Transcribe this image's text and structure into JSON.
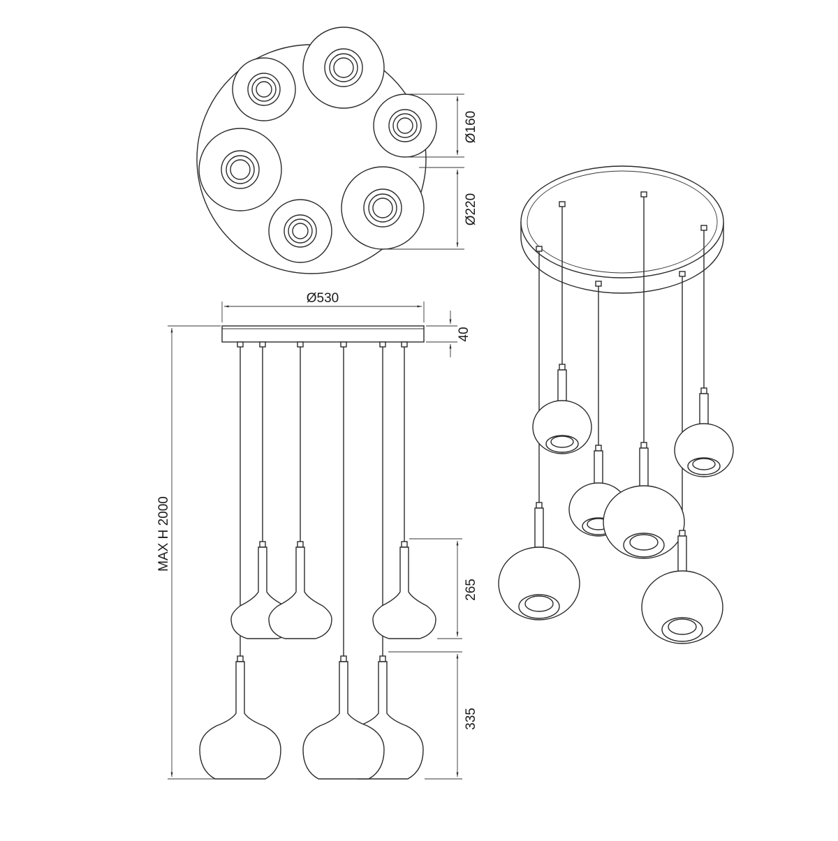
{
  "dimensions": {
    "small_shade_diameter": "Ø160",
    "large_shade_diameter": "Ø220",
    "canopy_diameter": "Ø530",
    "canopy_height": "40",
    "max_height": "MAX H 2000",
    "small_pendant_height": "265",
    "large_pendant_height": "335"
  },
  "colors": {
    "line": "#2a2a2a",
    "background": "#ffffff"
  }
}
